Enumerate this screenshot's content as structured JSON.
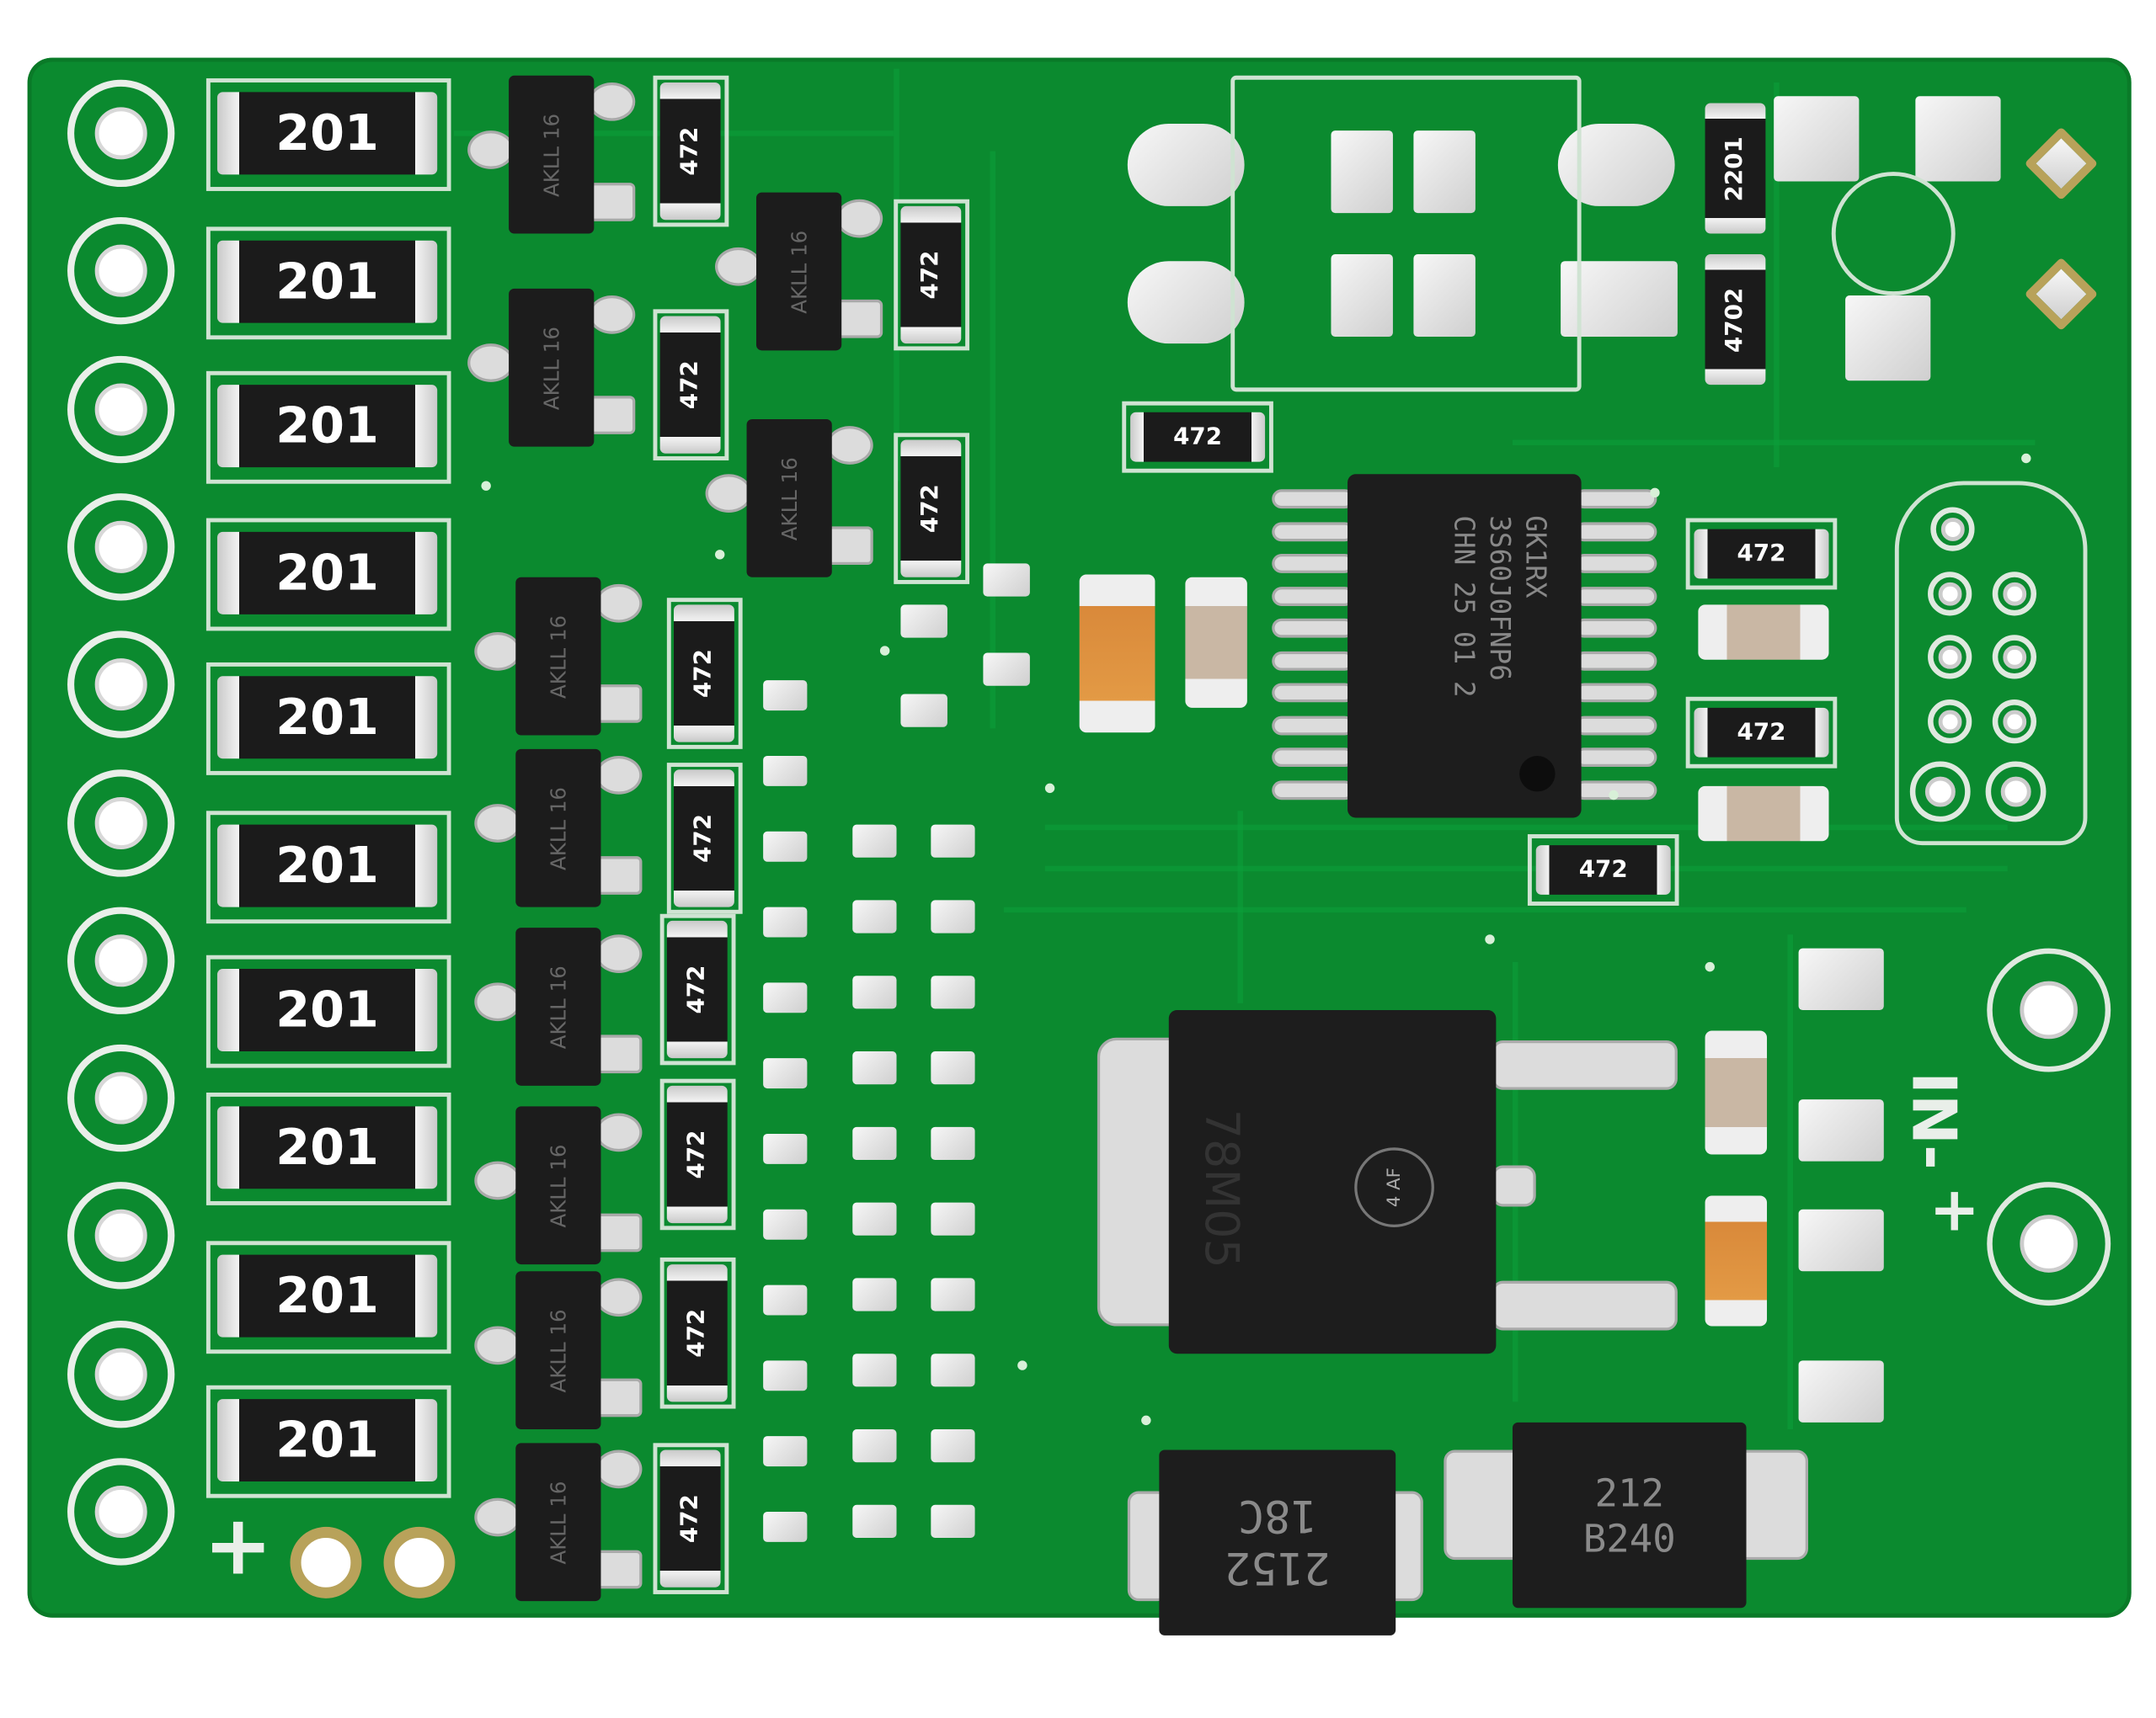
{
  "board": {
    "colors": {
      "solder_mask": "#0b8a2f",
      "silkscreen": "#e9efe9",
      "pad": "#e0e0e0",
      "component": "#1d1d1d",
      "capacitor": "#e39a45",
      "gold": "#b8a25a"
    },
    "header_pin_count": 11,
    "power_resistors": [
      "201",
      "201",
      "201",
      "201",
      "201",
      "201",
      "201",
      "201",
      "201",
      "201"
    ],
    "transistors": [
      "AKLL 16",
      "AKLL 16",
      "AKLL 16",
      "AKLL 16",
      "AKLL 16",
      "AKLL 16",
      "AKLL 16",
      "AKLL 16",
      "AKLL 16",
      "AKLL 16"
    ],
    "small_resistors_vertical": [
      "472",
      "472",
      "472",
      "472",
      "472",
      "472",
      "472",
      "472",
      "472",
      "472"
    ],
    "small_resistors_horizontal": [
      "472",
      "472",
      "472",
      "472"
    ],
    "resistor_2201": "2201",
    "resistor_4702": "4702",
    "microcontroller": {
      "line1": "GK1RX",
      "line2": "3S60J0FNP6",
      "line3": "CHN 25 01 2"
    },
    "regulator": {
      "marking": "78M05",
      "badge": "4 AF"
    },
    "diode_left": {
      "line1": "2152",
      "line2": "18C"
    },
    "diode_right": {
      "line1": "212",
      "line2": "B240"
    },
    "silk_plus_left": "+",
    "silk_input": "IN-",
    "silk_input_plus": "+"
  }
}
